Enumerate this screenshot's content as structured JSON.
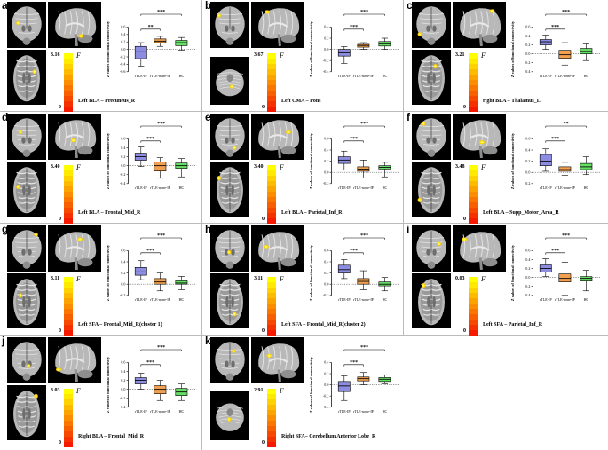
{
  "figure": {
    "y_axis_label": "Z values of functional connectivity",
    "stat_symbol": "F",
    "colorbar_min": "0",
    "colorbar_colors": [
      "#ffff00",
      "#fee900",
      "#fdd200",
      "#fcbb00",
      "#fba400",
      "#fa8d00",
      "#f97600",
      "#f85f00",
      "#f74800",
      "#f63100",
      "#f51a00"
    ],
    "group_colors": {
      "rTLE-IP": "#8c8ce0",
      "rTLE-none-IP": "#f0a050",
      "HC": "#66dd66"
    },
    "panels": [
      {
        "label": "a",
        "colorbar_max": "3.16",
        "caption": "Left BLA – Precuneus_R",
        "chart_data": {
          "type": "box",
          "categories": [
            "rTLE-IP",
            "rTLE-none-IP",
            "HC"
          ],
          "ylim": [
            -0.6,
            0.6
          ],
          "yticks": [
            "-0.6",
            "-0.4",
            "-0.2",
            "0.0",
            "0.2",
            "0.4",
            "0.6"
          ],
          "boxes": [
            {
              "group": "rTLE-IP",
              "min": -0.45,
              "q1": -0.25,
              "median": -0.05,
              "q3": 0.08,
              "max": 0.18
            },
            {
              "group": "rTLE-none-IP",
              "min": 0.08,
              "q1": 0.18,
              "median": 0.22,
              "q3": 0.28,
              "max": 0.35
            },
            {
              "group": "HC",
              "min": -0.02,
              "q1": 0.1,
              "median": 0.18,
              "q3": 0.24,
              "max": 0.32
            }
          ],
          "significance": [
            {
              "pair": [
                0,
                1
              ],
              "label": "**"
            },
            {
              "pair": [
                0,
                2
              ],
              "label": "***"
            }
          ]
        }
      },
      {
        "label": "b",
        "colorbar_max": "3.67",
        "caption": "Left CMA – Pons",
        "chart_data": {
          "type": "box",
          "categories": [
            "rTLE-IP",
            "rTLE-none-IP",
            "HC"
          ],
          "ylim": [
            -0.4,
            0.4
          ],
          "yticks": [
            "-0.4",
            "-0.2",
            "0.0",
            "0.2",
            "0.4"
          ],
          "boxes": [
            {
              "group": "rTLE-IP",
              "min": -0.25,
              "q1": -0.12,
              "median": -0.06,
              "q3": 0.0,
              "max": 0.05
            },
            {
              "group": "rTLE-none-IP",
              "min": 0.0,
              "q1": 0.04,
              "median": 0.07,
              "q3": 0.09,
              "max": 0.12
            },
            {
              "group": "HC",
              "min": 0.0,
              "q1": 0.06,
              "median": 0.1,
              "q3": 0.14,
              "max": 0.2
            }
          ],
          "significance": [
            {
              "pair": [
                0,
                1
              ],
              "label": "***"
            },
            {
              "pair": [
                0,
                2
              ],
              "label": "***"
            }
          ]
        }
      },
      {
        "label": "c",
        "colorbar_max": "3.21",
        "caption": "right BLA – Thalamus_L",
        "chart_data": {
          "type": "box",
          "categories": [
            "rTLE-IP",
            "rTLE-none-IP",
            "HC"
          ],
          "ylim": [
            -0.4,
            0.6
          ],
          "yticks": [
            "-0.4",
            "-0.2",
            "0.0",
            "0.2",
            "0.4",
            "0.6"
          ],
          "boxes": [
            {
              "group": "rTLE-IP",
              "min": 0.1,
              "q1": 0.2,
              "median": 0.27,
              "q3": 0.32,
              "max": 0.42
            },
            {
              "group": "rTLE-none-IP",
              "min": -0.25,
              "q1": -0.1,
              "median": -0.02,
              "q3": 0.08,
              "max": 0.25
            },
            {
              "group": "HC",
              "min": -0.15,
              "q1": 0.0,
              "median": 0.05,
              "q3": 0.12,
              "max": 0.22
            }
          ],
          "significance": [
            {
              "pair": [
                0,
                1
              ],
              "label": "***"
            },
            {
              "pair": [
                0,
                2
              ],
              "label": "***"
            }
          ]
        }
      },
      {
        "label": "d",
        "colorbar_max": "3.40",
        "caption": "Left BLA – Frontal_Mid_R",
        "chart_data": {
          "type": "box",
          "categories": [
            "rTLE-IP",
            "rTLE-none-IP",
            "HC"
          ],
          "ylim": [
            -0.4,
            0.6
          ],
          "yticks": [
            "-0.4",
            "-0.2",
            "0.0",
            "0.2",
            "0.4",
            "0.6"
          ],
          "boxes": [
            {
              "group": "rTLE-IP",
              "min": -0.02,
              "q1": 0.12,
              "median": 0.2,
              "q3": 0.28,
              "max": 0.42
            },
            {
              "group": "rTLE-none-IP",
              "min": -0.28,
              "q1": -0.12,
              "median": 0.0,
              "q3": 0.08,
              "max": 0.18
            },
            {
              "group": "HC",
              "min": -0.25,
              "q1": -0.06,
              "median": 0.0,
              "q3": 0.06,
              "max": 0.16
            }
          ],
          "significance": [
            {
              "pair": [
                0,
                1
              ],
              "label": "***"
            },
            {
              "pair": [
                0,
                2
              ],
              "label": "***"
            }
          ]
        }
      },
      {
        "label": "e",
        "colorbar_max": "3.40",
        "caption": "Left BLA – Parietal_Inf_R",
        "chart_data": {
          "type": "box",
          "categories": [
            "rTLE-IP",
            "rTLE-none-IP",
            "HC"
          ],
          "ylim": [
            -0.2,
            0.6
          ],
          "yticks": [
            "-0.2",
            "0.0",
            "0.2",
            "0.4",
            "0.6"
          ],
          "boxes": [
            {
              "group": "rTLE-IP",
              "min": 0.04,
              "q1": 0.16,
              "median": 0.22,
              "q3": 0.28,
              "max": 0.38
            },
            {
              "group": "rTLE-none-IP",
              "min": -0.1,
              "q1": 0.02,
              "median": 0.06,
              "q3": 0.1,
              "max": 0.22
            },
            {
              "group": "HC",
              "min": -0.08,
              "q1": 0.06,
              "median": 0.09,
              "q3": 0.12,
              "max": 0.18
            }
          ],
          "significance": [
            {
              "pair": [
                0,
                1
              ],
              "label": "***"
            },
            {
              "pair": [
                0,
                2
              ],
              "label": "***"
            }
          ]
        }
      },
      {
        "label": "f",
        "colorbar_max": "3.48",
        "caption": "Left BLA – Supp_Motor_Area_R",
        "chart_data": {
          "type": "box",
          "categories": [
            "rTLE-IP",
            "rTLE-none-IP",
            "HC"
          ],
          "ylim": [
            -0.2,
            0.6
          ],
          "yticks": [
            "-0.2",
            "0.0",
            "0.2",
            "0.4",
            "0.6"
          ],
          "boxes": [
            {
              "group": "rTLE-IP",
              "min": 0.02,
              "q1": 0.12,
              "median": 0.2,
              "q3": 0.32,
              "max": 0.42
            },
            {
              "group": "rTLE-none-IP",
              "min": -0.05,
              "q1": 0.02,
              "median": 0.05,
              "q3": 0.1,
              "max": 0.18
            },
            {
              "group": "HC",
              "min": -0.04,
              "q1": 0.05,
              "median": 0.1,
              "q3": 0.16,
              "max": 0.28
            }
          ],
          "significance": [
            {
              "pair": [
                0,
                1
              ],
              "label": "***"
            },
            {
              "pair": [
                0,
                2
              ],
              "label": "**"
            }
          ]
        }
      },
      {
        "label": "g",
        "colorbar_max": "3.11",
        "caption": "Left SFA – Frontal_Mid_R(cluster 1)",
        "chart_data": {
          "type": "box",
          "categories": [
            "rTLE-IP",
            "rTLE-none-IP",
            "HC"
          ],
          "ylim": [
            -0.2,
            0.6
          ],
          "yticks": [
            "-0.2",
            "0.0",
            "0.2",
            "0.4",
            "0.6"
          ],
          "boxes": [
            {
              "group": "rTLE-IP",
              "min": 0.08,
              "q1": 0.16,
              "median": 0.22,
              "q3": 0.3,
              "max": 0.42
            },
            {
              "group": "rTLE-none-IP",
              "min": -0.12,
              "q1": 0.0,
              "median": 0.04,
              "q3": 0.1,
              "max": 0.2
            },
            {
              "group": "HC",
              "min": -0.1,
              "q1": 0.0,
              "median": 0.02,
              "q3": 0.06,
              "max": 0.14
            }
          ],
          "significance": [
            {
              "pair": [
                0,
                1
              ],
              "label": "***"
            },
            {
              "pair": [
                0,
                2
              ],
              "label": "***"
            }
          ]
        }
      },
      {
        "label": "h",
        "colorbar_max": "3.11",
        "caption": "Left  SFA – Frontal_Mid_R(cluster 2)",
        "chart_data": {
          "type": "box",
          "categories": [
            "rTLE-IP",
            "rTLE-none-IP",
            "HC"
          ],
          "ylim": [
            -0.2,
            0.6
          ],
          "yticks": [
            "-0.2",
            "0.0",
            "0.2",
            "0.4",
            "0.6"
          ],
          "boxes": [
            {
              "group": "rTLE-IP",
              "min": 0.1,
              "q1": 0.2,
              "median": 0.26,
              "q3": 0.34,
              "max": 0.44
            },
            {
              "group": "rTLE-none-IP",
              "min": -0.1,
              "q1": 0.0,
              "median": 0.05,
              "q3": 0.1,
              "max": 0.24
            },
            {
              "group": "HC",
              "min": -0.12,
              "q1": -0.03,
              "median": 0.0,
              "q3": 0.04,
              "max": 0.12
            }
          ],
          "significance": [
            {
              "pair": [
                0,
                1
              ],
              "label": "***"
            },
            {
              "pair": [
                0,
                2
              ],
              "label": "***"
            }
          ]
        }
      },
      {
        "label": "i",
        "colorbar_max": "0.03",
        "caption": "Left SFA – Parietal_Inf_R",
        "chart_data": {
          "type": "box",
          "categories": [
            "rTLE-IP",
            "rTLE-none-IP",
            "HC"
          ],
          "ylim": [
            -0.4,
            0.6
          ],
          "yticks": [
            "-0.4",
            "-0.2",
            "0.0",
            "0.2",
            "0.4",
            "0.6"
          ],
          "boxes": [
            {
              "group": "rTLE-IP",
              "min": 0.02,
              "q1": 0.12,
              "median": 0.2,
              "q3": 0.28,
              "max": 0.42
            },
            {
              "group": "rTLE-none-IP",
              "min": -0.4,
              "q1": -0.1,
              "median": -0.02,
              "q3": 0.08,
              "max": 0.34
            },
            {
              "group": "HC",
              "min": -0.3,
              "q1": -0.08,
              "median": -0.02,
              "q3": 0.02,
              "max": 0.16
            }
          ],
          "significance": [
            {
              "pair": [
                0,
                1
              ],
              "label": "***"
            },
            {
              "pair": [
                0,
                2
              ],
              "label": "***"
            }
          ]
        }
      },
      {
        "label": "j",
        "colorbar_max": "3.03",
        "caption": "Right BLA – Frontal_Mid_R",
        "chart_data": {
          "type": "box",
          "categories": [
            "rTLE-IP",
            "rTLE-none-IP",
            "HC"
          ],
          "ylim": [
            -0.4,
            0.6
          ],
          "yticks": [
            "-0.4",
            "-0.2",
            "0.0",
            "0.2",
            "0.4",
            "0.6"
          ],
          "boxes": [
            {
              "group": "rTLE-IP",
              "min": 0.0,
              "q1": 0.12,
              "median": 0.2,
              "q3": 0.26,
              "max": 0.36
            },
            {
              "group": "rTLE-none-IP",
              "min": -0.25,
              "q1": -0.1,
              "median": 0.0,
              "q3": 0.08,
              "max": 0.2
            },
            {
              "group": "HC",
              "min": -0.25,
              "q1": -0.14,
              "median": -0.06,
              "q3": 0.02,
              "max": 0.12
            }
          ],
          "significance": [
            {
              "pair": [
                0,
                1
              ],
              "label": "***"
            },
            {
              "pair": [
                0,
                2
              ],
              "label": "***"
            }
          ]
        }
      },
      {
        "label": "k",
        "colorbar_max": "2.91",
        "caption": "Right SFA– Cerebellum Anterior Lobe_R",
        "chart_data": {
          "type": "box",
          "categories": [
            "rTLE-IP",
            "rTLE-none-IP",
            "HC"
          ],
          "ylim": [
            -0.4,
            0.4
          ],
          "yticks": [
            "-0.4",
            "-0.2",
            "0.0",
            "0.2",
            "0.4"
          ],
          "boxes": [
            {
              "group": "rTLE-IP",
              "min": -0.28,
              "q1": -0.12,
              "median": -0.02,
              "q3": 0.06,
              "max": 0.16
            },
            {
              "group": "rTLE-none-IP",
              "min": 0.0,
              "q1": 0.07,
              "median": 0.11,
              "q3": 0.14,
              "max": 0.22
            },
            {
              "group": "HC",
              "min": 0.02,
              "q1": 0.06,
              "median": 0.1,
              "q3": 0.13,
              "max": 0.18
            }
          ],
          "significance": [
            {
              "pair": [
                0,
                1
              ],
              "label": "***"
            },
            {
              "pair": [
                0,
                2
              ],
              "label": "***"
            }
          ]
        }
      }
    ]
  }
}
